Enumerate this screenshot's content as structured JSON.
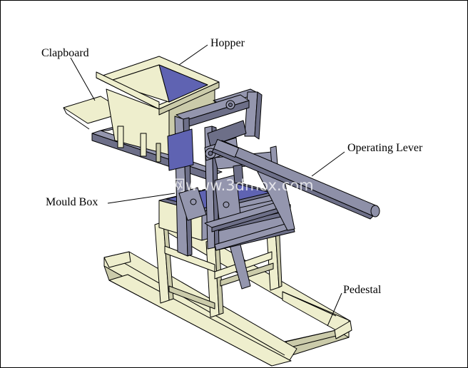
{
  "labels": {
    "hopper": "Hopper",
    "clapboard": "Clapboard",
    "operating_lever": "Operating Lever",
    "mould_box": "Mould Box",
    "pedestal": "Pedestal"
  },
  "watermark": "莫西网www.3dmox.com",
  "colors": {
    "frame": "#9496ae",
    "frame_dark": "#6d6f88",
    "yellow": "#eeeecd",
    "yellow_dark": "#cbcbaa",
    "blue": "#5f63b2",
    "lever": "#8e90a8",
    "outline": "#000000"
  },
  "icons": {
    "machine": "brick-machine-illustration"
  }
}
